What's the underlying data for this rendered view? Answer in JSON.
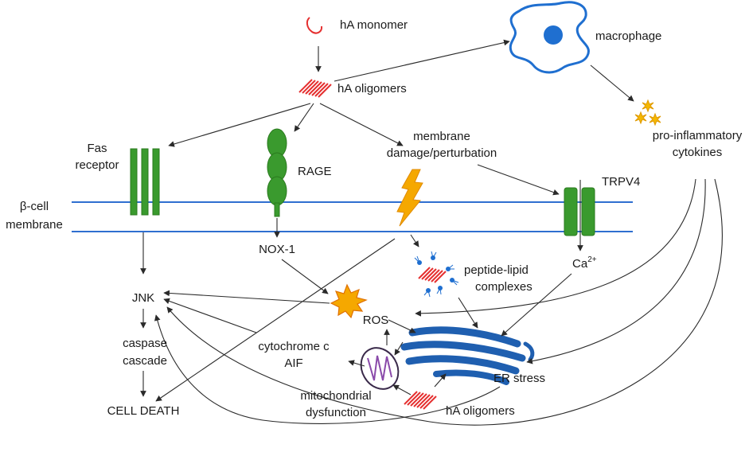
{
  "labels": {
    "ha_monomer": "hA monomer",
    "ha_oligomers_top": "hA oligomers",
    "macrophage": "macrophage",
    "proinflam_1": "pro-inflammatory",
    "proinflam_2": "cytokines",
    "fas_1": "Fas",
    "fas_2": "receptor",
    "rage": "RAGE",
    "damage_1": "membrane",
    "damage_2": "damage/perturbation",
    "trpv4": "TRPV4",
    "bcell_1": "β-cell",
    "bcell_2": "membrane",
    "nox1": "NOX-1",
    "ca": "Ca",
    "ca_sup": "2+",
    "peptide_1": "peptide-lipid",
    "peptide_2": "complexes",
    "jnk": "JNK",
    "ros": "ROS",
    "cytc_1": "cytochrome c",
    "cytc_2": "AIF",
    "caspase_1": "caspase",
    "caspase_2": "cascade",
    "er_stress": "ER stress",
    "mito_1": "mitochondrial",
    "mito_2": "dysfunction",
    "ha_oligomers_bottom": "hA oligomers",
    "cell_death": "CELL DEATH"
  },
  "colors": {
    "membrane_line": "#2f6fd0",
    "receptor_green": "#3a9a2e",
    "oligomer_red": "#e53030",
    "macrophage_blue": "#1f6fd0",
    "lightning_orange": "#f5a800",
    "er_blue": "#1f5fb0",
    "mito_purple": "#6a3a8a",
    "ros_burst": "#f5a800"
  }
}
